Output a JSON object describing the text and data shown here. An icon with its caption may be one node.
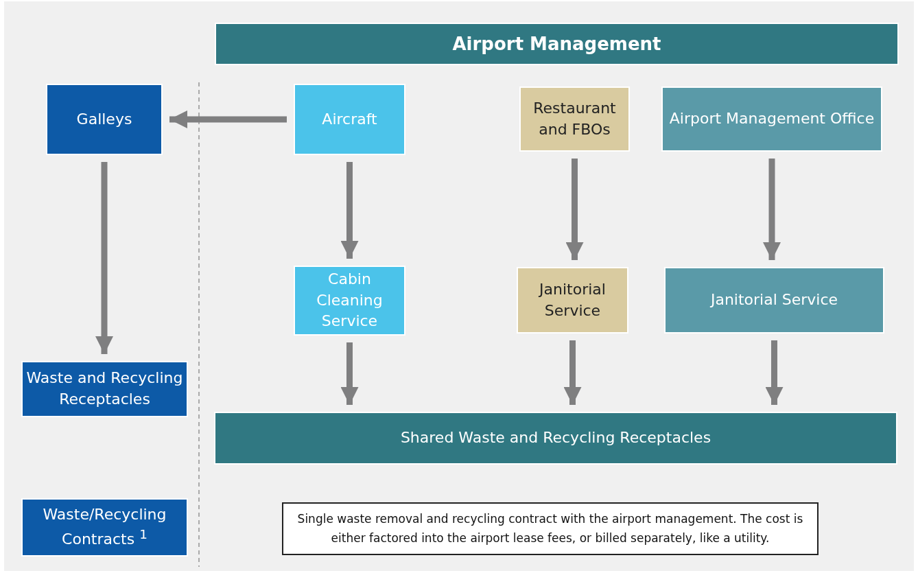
{
  "diagram": {
    "nodes": [
      {
        "text": [
          "Airport Management"
        ]
      },
      {
        "text": [
          "Galleys"
        ]
      },
      {
        "text": [
          "Aircraft"
        ]
      },
      {
        "text": [
          "Restaurant and FBOs"
        ]
      },
      {
        "text": [
          "Airport Management Office"
        ]
      },
      {
        "text": [
          "Cabin Cleaning Service"
        ]
      },
      {
        "text": [
          "Janitorial Service"
        ]
      },
      {
        "text": [
          "Janitorial Service"
        ]
      },
      {
        "text": [
          "Waste and Recycling Receptacles"
        ]
      },
      {
        "text": [
          "Shared Waste and Recycling Receptacles"
        ]
      },
      {
        "text": [
          "Waste/Recycling Contracts $^{1}$"
        ]
      },
      {
        "text": [
          "Single waste removal and recycling contract with the airport management. The cost is either factored into the airport lease fees, or billed separately, like a utility."
        ]
      }
    ],
    "edges": [
      {
        "from": 2,
        "to": 1,
        "arrow": "to"
      },
      {
        "from": 1,
        "to": 8,
        "arrow": "to"
      },
      {
        "from": 2,
        "to": 5,
        "arrow": "to"
      },
      {
        "from": 3,
        "to": 6,
        "arrow": "to"
      },
      {
        "from": 4,
        "to": 7,
        "arrow": "to"
      },
      {
        "from": 5,
        "to": 9,
        "arrow": "to"
      },
      {
        "from": 6,
        "to": 9,
        "arrow": "to"
      },
      {
        "from": 7,
        "to": 9,
        "arrow": "to"
      }
    ]
  }
}
